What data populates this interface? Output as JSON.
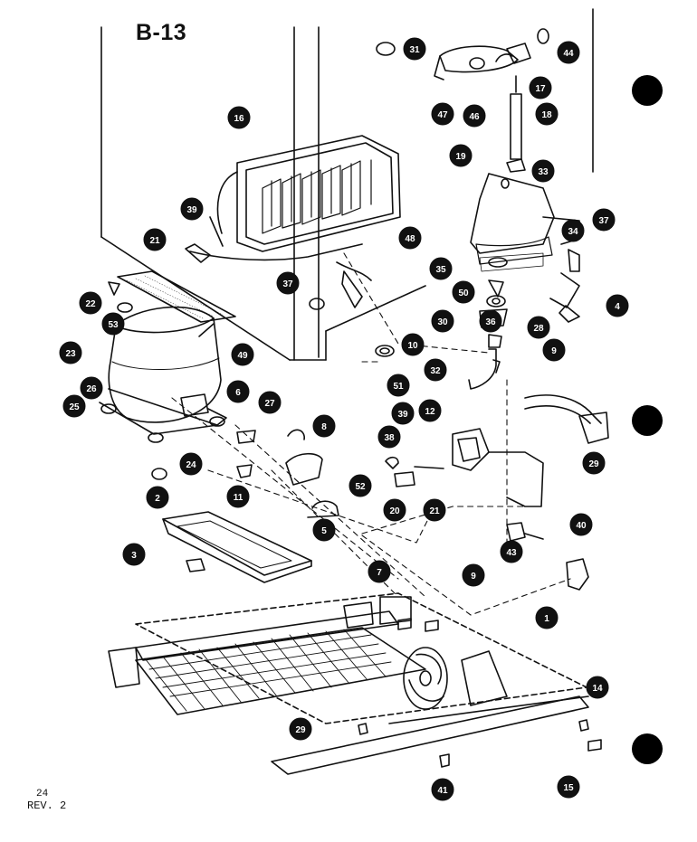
{
  "diagram": {
    "title": "B-13",
    "page_number": "24",
    "revision": "REV. 2",
    "callouts": [
      "31",
      "44",
      "17",
      "18",
      "47",
      "46",
      "16",
      "19",
      "33",
      "39",
      "21",
      "48",
      "37",
      "34",
      "37",
      "22",
      "53",
      "49",
      "35",
      "50",
      "30",
      "36",
      "28",
      "4",
      "23",
      "10",
      "9",
      "32",
      "51",
      "26",
      "6",
      "27",
      "25",
      "8",
      "12",
      "39",
      "38",
      "29",
      "24",
      "11",
      "52",
      "20",
      "21",
      "40",
      "2",
      "5",
      "43",
      "3",
      "7",
      "9",
      "1",
      "14",
      "29",
      "15",
      "41"
    ]
  }
}
